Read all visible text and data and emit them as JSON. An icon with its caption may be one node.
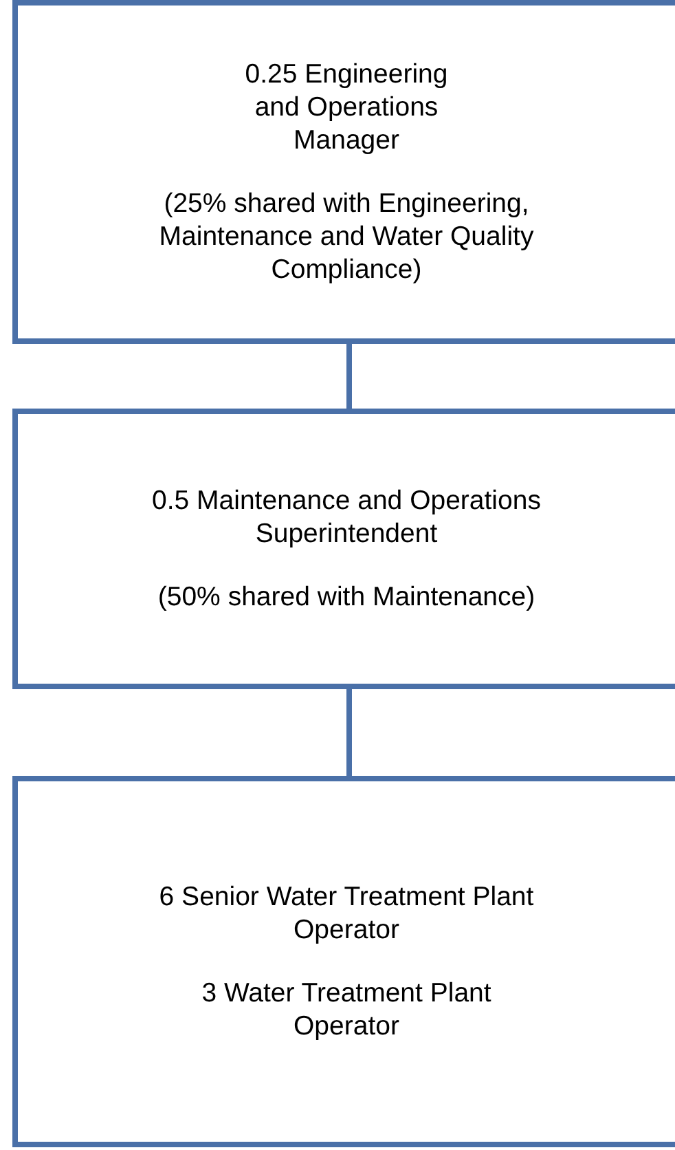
{
  "diagram": {
    "nodes": [
      {
        "text": [
          "0.25 Engineering and Operations Manager",
          "(25% shared with Engineering, Maintenance and Water Quality Compliance)"
        ]
      },
      {
        "text": [
          "0.5 Maintenance and Operations Superintendent",
          "(50% shared with Maintenance)"
        ]
      },
      {
        "text": [
          "6 Senior Water Treatment Plant Operator",
          "3 Water Treatment Plant Operator"
        ]
      }
    ],
    "edges": [
      {
        "from": 0,
        "to": 1,
        "arrow": "none"
      },
      {
        "from": 1,
        "to": 2,
        "arrow": "none"
      }
    ]
  }
}
